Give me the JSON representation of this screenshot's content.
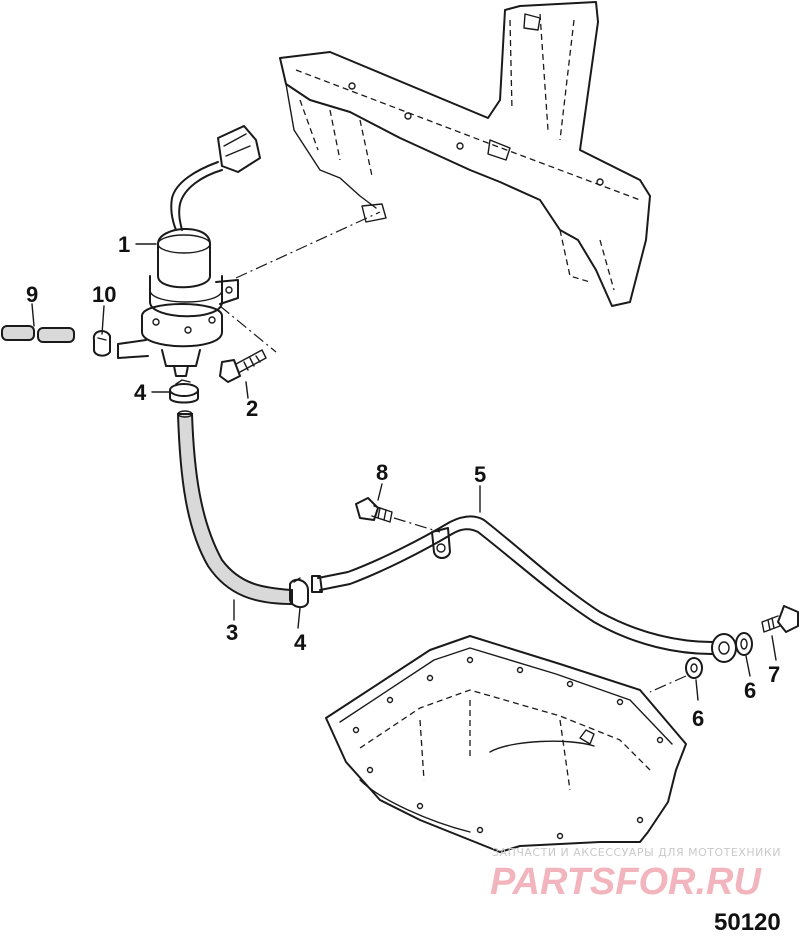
{
  "callouts": {
    "c1": "1",
    "c2": "2",
    "c3": "3",
    "c4a": "4",
    "c4b": "4",
    "c5": "5",
    "c6a": "6",
    "c6b": "6",
    "c7": "7",
    "c8": "8",
    "c9": "9",
    "c10": "10"
  },
  "figure_id": "50120",
  "watermark": {
    "subtitle": "ЗАПЧАСТИ И АКСЕССУАРЫ ДЛЯ МОТОТЕХНИКИ",
    "brand": "PARTSFOR.RU"
  }
}
